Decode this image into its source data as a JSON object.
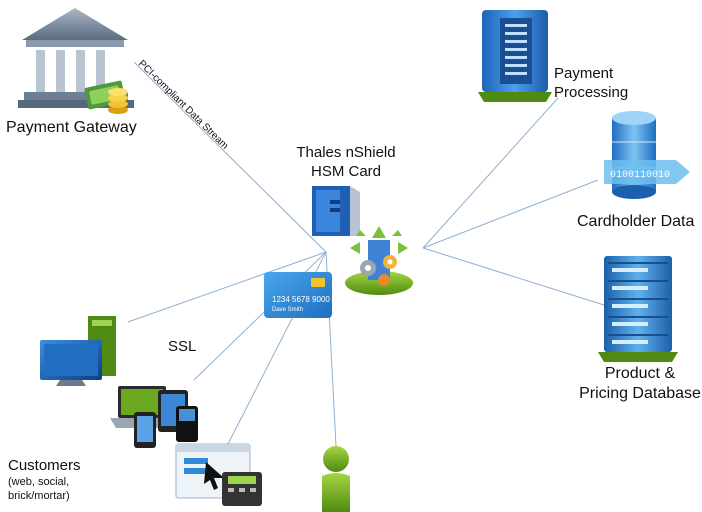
{
  "nodes": {
    "payment_gateway": "Payment Gateway",
    "payment_processing": [
      "Payment",
      "Processing"
    ],
    "hsm": [
      "Thales nShield",
      "HSM Card"
    ],
    "cardholder_data": "Cardholder Data",
    "product_db": [
      "Product &",
      "Pricing Database"
    ],
    "ssl": "SSL",
    "customers": [
      "Customers",
      "(web, social,",
      "brick/mortar)"
    ]
  },
  "edge_labels": {
    "data_stream": "PCI-compliant Data Stream"
  },
  "card": {
    "number": "1234 5678 9000",
    "name": "Dave Smith"
  },
  "database_badge": "0100110010",
  "colors": {
    "line": "#8fb0d3",
    "bank": "#6d7f93",
    "server_blue": "#2f7fd0",
    "hsm_blue": "#1f5fb5",
    "green": "#6aa820",
    "card_blue": "#2e8ad8"
  }
}
